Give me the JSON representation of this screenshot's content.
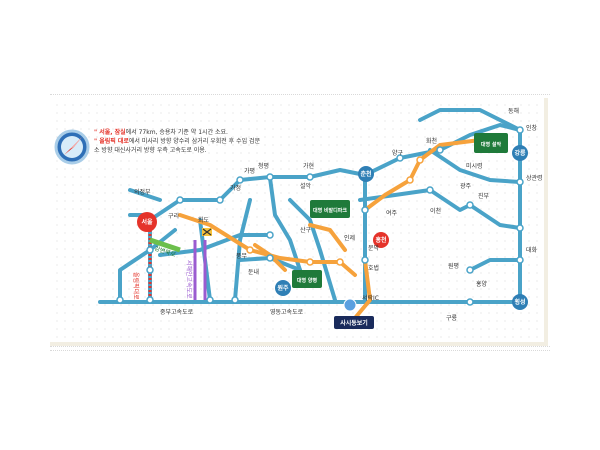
{
  "info": {
    "line1_highlight": "\" 서울, 잠실",
    "line1_rest": "에서 77km, 승용차 기준 약 1시간 소요.",
    "line2_highlight": "\" 올림픽 대로",
    "line2_rest": "에서 미사리 방향 양수리 삼거리 우회전 후 수입 검문",
    "line3": "소 방향 대신사거리 방향 우측 고속도로 이용."
  },
  "stations": {
    "seoul": "서울",
    "chuncheon": "춘천",
    "hongcheon": "홍천",
    "yangpyeong": "양평",
    "wonju": "원주",
    "gangneung": "강릉",
    "hoengseong": "횡성"
  },
  "badges": {
    "daemyung_vivaldi": "대명 비발디파크",
    "daemyung_yangpyeong": "대명 양평",
    "daemyung_seolak": "대명 설악",
    "current": "사시동보기"
  },
  "places": {
    "uijeongbu": "의정부",
    "guri": "구리",
    "gapyeong": "가평",
    "cheongpyeong": "청평",
    "gaheon": "가현",
    "seoraksan": "설악",
    "hwado": "화도",
    "gajeong": "가정",
    "pungmu": "풍무",
    "dunnae": "둔내",
    "sanggu": "산구",
    "inje": "인제",
    "yanggu": "양구",
    "hwacheon": "화천",
    "gwangju": "광주",
    "yeoju": "여주",
    "icheon": "이천",
    "munmak": "문막",
    "hobeop": "호법",
    "jinbu": "진부",
    "wonpyeong": "원평",
    "hongyang": "홍양",
    "daehwa": "대화",
    "misiryeong": "미시령",
    "sanggwanryeong": "상관령",
    "inchang": "인창",
    "gurye": "구룡",
    "seorak_ic": "서락IC",
    "donghae": "동해"
  },
  "roads": {
    "olympic": "올림픽대로",
    "gangbyeon": "강변북로",
    "seohaean": "서해안고속도로",
    "jungbu": "중부고속도로",
    "yeongdong": "영동고속도로"
  },
  "colors": {
    "expressway": "#4aa3c8",
    "national": "#f6a23c",
    "seoul_circle": "#e5332a",
    "green_badge": "#1f7a3a",
    "purple_line": "#9b5bd0"
  }
}
